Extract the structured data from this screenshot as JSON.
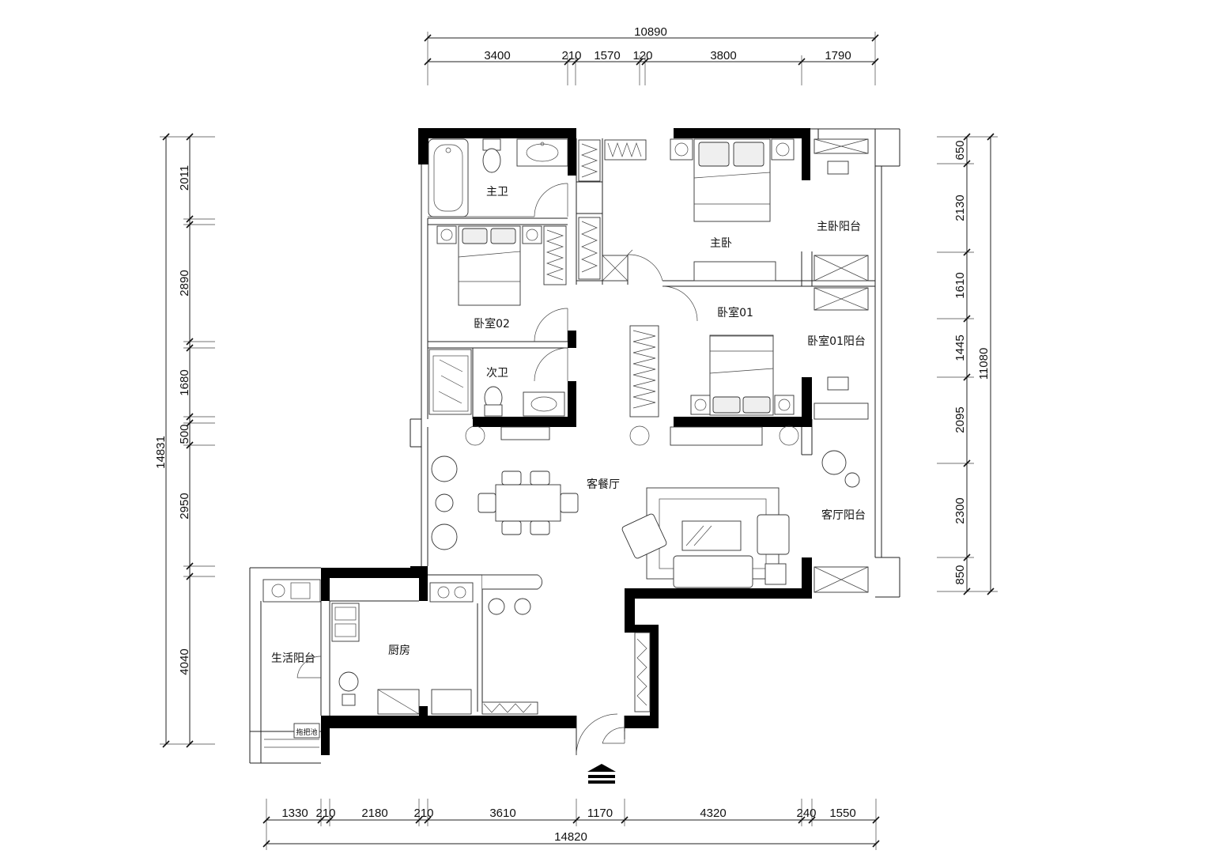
{
  "plan": {
    "dims_top": {
      "overall": "10890",
      "segments": [
        "3400",
        "210",
        "1570",
        "120",
        "3800",
        "1790"
      ]
    },
    "dims_bottom": {
      "overall": "14820",
      "segments": [
        "1330",
        "210",
        "2180",
        "210",
        "3610",
        "1170",
        "4320",
        "240",
        "1550"
      ]
    },
    "dims_left": {
      "overall": "14831",
      "segments": [
        "2011",
        "2890",
        "1680",
        "500",
        "2950",
        "4040"
      ]
    },
    "dims_right": {
      "overall": "11080",
      "segments": [
        "650",
        "2130",
        "1610",
        "1445",
        "2095",
        "2300",
        "850"
      ]
    },
    "rooms": {
      "master_bath": "主卫",
      "master_bedroom": "主卧",
      "master_balcony": "主卧阳台",
      "bedroom02": "卧室02",
      "bedroom01": "卧室01",
      "bedroom01_balcony": "卧室01阳台",
      "second_bath": "次卫",
      "living_dining": "客餐厅",
      "living_balcony": "客厅阳台",
      "kitchen": "厨房",
      "utility_balcony": "生活阳台",
      "mop_sink": "拖把池"
    },
    "colors": {
      "wall": "#000000",
      "line": "#222222",
      "background": "#ffffff"
    }
  }
}
